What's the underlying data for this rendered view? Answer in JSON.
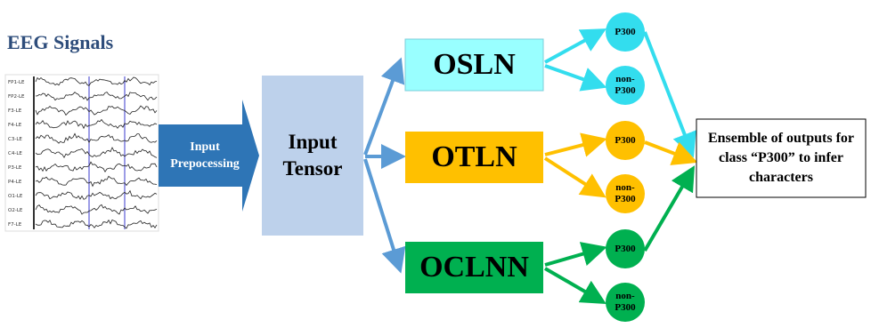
{
  "title": "EEG Signals",
  "eeg": {
    "channels": [
      "FP1-LE",
      "FP2-LE",
      "F3-LE",
      "F4-LE",
      "C3-LE",
      "C4-LE",
      "P3-LE",
      "P4-LE",
      "O1-LE",
      "O2-LE",
      "F7-LE"
    ]
  },
  "preprocess_label": "Input Prepocessing",
  "tensor_label": "Input Tensor",
  "networks": [
    {
      "label": "OSLN",
      "color": "#99ffff",
      "arrow_color": "#33ddee",
      "outputs": [
        "P300",
        "non-P300"
      ]
    },
    {
      "label": "OTLN",
      "color": "#ffc000",
      "arrow_color": "#ffc000",
      "outputs": [
        "P300",
        "non-P300"
      ]
    },
    {
      "label": "OCLNN",
      "color": "#00b050",
      "arrow_color": "#00b050",
      "outputs": [
        "P300",
        "non-P300"
      ]
    }
  ],
  "ensemble_label": "Ensemble of outputs for class “P300” to infer characters",
  "colors": {
    "title": "#2e4d7b",
    "preprocess_arrow": "#2e75b6",
    "tensor_box": "#bdd1eb",
    "tensor_arrows": "#5b9bd5",
    "eeg_trace": "#222222",
    "eeg_marker": "#3a3acc"
  }
}
